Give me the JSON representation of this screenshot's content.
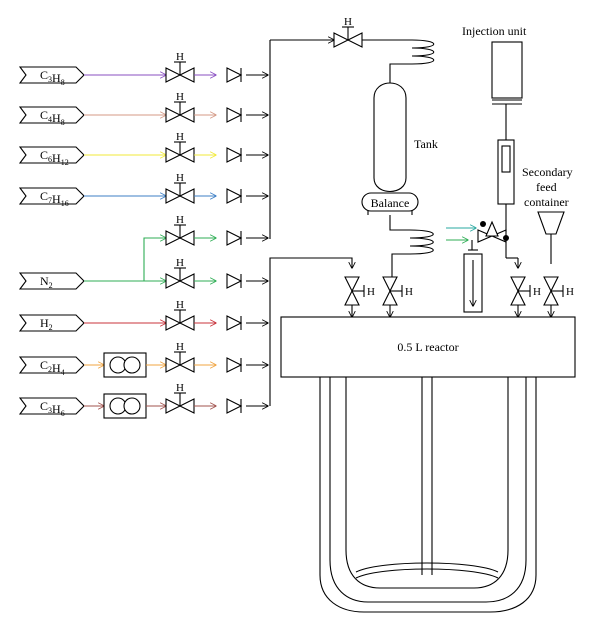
{
  "labels": {
    "injection_unit": "Injection unit",
    "tank": "Tank",
    "balance": "Balance",
    "secondary_feed": [
      "Secondary",
      "feed",
      "container"
    ],
    "reactor": "0.5 L reactor",
    "valve_marker": "H"
  },
  "feeds": [
    {
      "base": "C",
      "sub1": "3",
      "mid": "H",
      "sub2": "8",
      "color": "#8a4fc2"
    },
    {
      "base": "C",
      "sub1": "4",
      "mid": "H",
      "sub2": "8",
      "color": "#d49a86"
    },
    {
      "base": "C",
      "sub1": "6",
      "mid": "H",
      "sub2": "12",
      "color": "#f2ea3a"
    },
    {
      "base": "C",
      "sub1": "7",
      "mid": "H",
      "sub2": "16",
      "color": "#3d7fc6"
    },
    {
      "base": "N",
      "sub1": "2",
      "mid": "",
      "sub2": "",
      "color": "#2fae55"
    },
    {
      "base": "H",
      "sub1": "2",
      "mid": "",
      "sub2": "",
      "color": "#c8333b"
    },
    {
      "base": "C",
      "sub1": "2",
      "mid": "H",
      "sub2": "4",
      "color": "#f0a441"
    },
    {
      "base": "C",
      "sub1": "3",
      "mid": "H",
      "sub2": "6",
      "color": "#a2534e"
    }
  ],
  "colors": {
    "line": "#000000",
    "injection_line": "#2aa8a0",
    "n2_line": "#2fae55"
  }
}
